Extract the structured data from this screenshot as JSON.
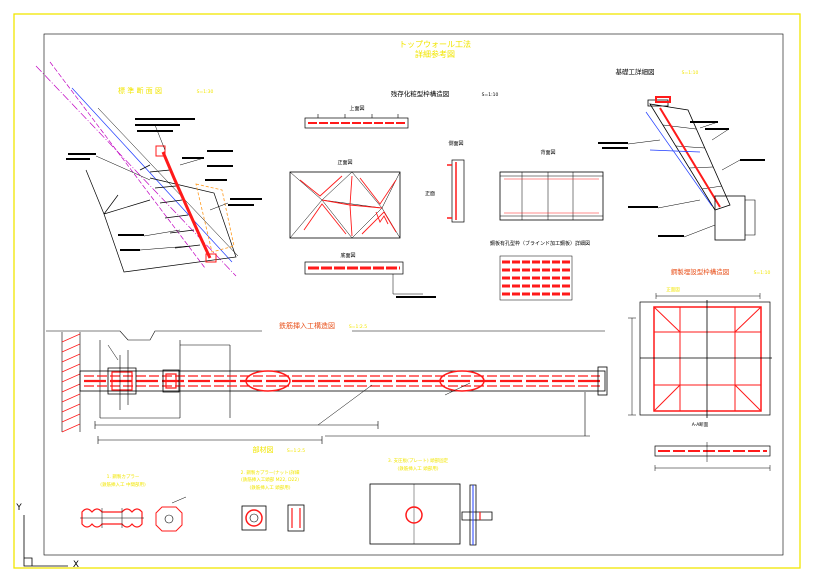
{
  "drawing": {
    "title": "トップウォール工法",
    "subtitle": "詳細参考図"
  },
  "standard_section": {
    "title": "標 準 断 面 図",
    "scale": "S=1:30"
  },
  "formwork": {
    "title": "残存化粧型枠構造図",
    "scale": "S=1:10",
    "top_view": "上面図",
    "front_view": "正面図",
    "side_view": "側面図",
    "front_mark": "正面",
    "back_view": "背面図",
    "bottom_view": "底面図",
    "perforated_detail": "鋼板有孔型枠（ブラインド加工鋼板）詳細図"
  },
  "foundation": {
    "title": "基礎工詳細図",
    "scale": "S=1:10"
  },
  "rebar": {
    "title": "鉄筋挿入工構造図",
    "scale": "S=1:2.5"
  },
  "steel_form": {
    "title": "鋼製埋設型枠構造図",
    "scale": "S=1:10",
    "view_label": "正面図",
    "section_label": "A-A断面"
  },
  "parts": {
    "title": "部材図",
    "scale": "S=1:2.5",
    "items": [
      {
        "lines": [
          "1. 鋼製カプラー",
          "(鉄筋挿入工 中間部用)"
        ]
      },
      {
        "lines": [
          "2. 鋼製カプラー(ナット)詳細",
          "(鉄筋挿入工頭部 M22, D22)",
          "(鉄筋挿入工 頭部用)"
        ]
      },
      {
        "lines": [
          "3. 支圧板(プレート) 頭部固定",
          "(鉄筋挿入工 頭部用)"
        ]
      }
    ]
  },
  "ucs_icon": {
    "x_axis_label": "X",
    "y_axis_label": "Y"
  },
  "colors": {
    "border": "#f2e600",
    "red": "#ff1a1a",
    "blue": "#1f3cff",
    "magenta": "#c000c0",
    "orange": "#ff9a1f",
    "title_red": "#e8501a",
    "ink": "#000000",
    "paper": "#ffffff"
  }
}
